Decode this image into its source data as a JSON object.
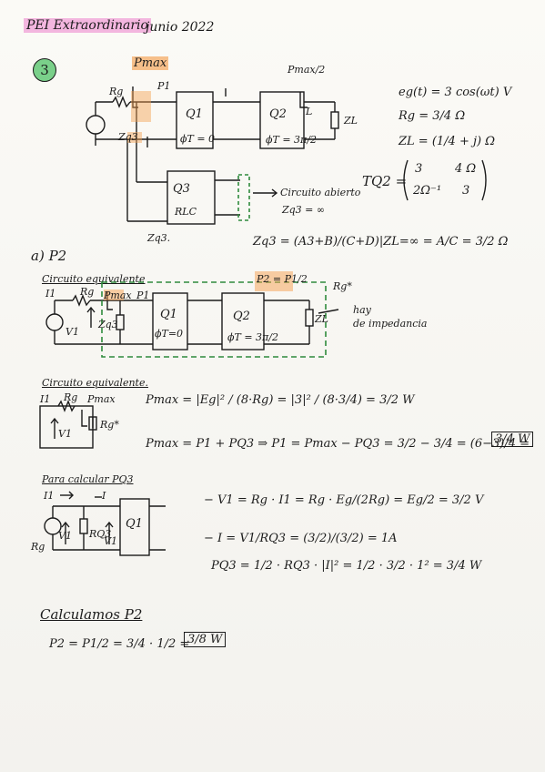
{
  "header": {
    "title": "PEI Extraordinario",
    "date": "junio 2022"
  },
  "problem": {
    "number": "3"
  },
  "fig1": {
    "Pmax": "Pmax",
    "P1": "P1",
    "Pmax2": "Pmax/2",
    "Rg": "Rg",
    "Zq3": "Zq3",
    "Q1": "Q1",
    "Q1sub": "ϕT = 0",
    "Q2": "Q2",
    "Q2sub": "ϕT = 3π/2",
    "L_q2": "L",
    "ZL": "ZL",
    "Q3": "Q3",
    "Q3sub": "RLC",
    "Zq3bottom": "Zq3.",
    "open_circuit": "Circuito abierto",
    "Zq3_inf": "Zq3 = ∞",
    "zq3_formula": "Zq3 = (A3+B)/(C+D)|ZL=∞ = A/C = 3/2 Ω"
  },
  "givens": {
    "eg": "eg(t) = 3 cos(ωt) V",
    "rg": "Rg = 3/4 Ω",
    "zl": "ZL = (1/4 + j) Ω",
    "tq2_label": "TQ2 =",
    "tq2_a": "3",
    "tq2_b": "4 Ω",
    "tq2_c": "2Ω⁻¹",
    "tq2_d": "3"
  },
  "partA": {
    "label": "a) P2"
  },
  "fig2": {
    "title": "Circuito equivalente",
    "I1": "I1",
    "Rg": "Rg",
    "Pmax": "Pmax",
    "P1": "P1",
    "P2": "P2 = P1/2",
    "Zq3": "Zq3",
    "V1": "V1",
    "Q1": "Q1",
    "Q1sub": "ϕT=0",
    "Q2": "Q2",
    "Q2sub": "ϕT = 3π/2",
    "ZL": "ZL",
    "Rgstar": "Rg*",
    "note1": "hay",
    "note2": "de impedancia"
  },
  "fig3": {
    "title": "Circuito equivalente.",
    "I1": "I1",
    "Rg": "Rg",
    "Pmax": "Pmax",
    "V1": "V1",
    "Rgstar": "Rg*",
    "pmax_eq": "Pmax = |Eg|² / (8·Rg) = |3|² / (8·3/4) = 3/2 W",
    "p1_eq": "Pmax = P1 + PQ3 ⇒ P1 = Pmax − PQ3 = 3/2 − 3/4 = (6−3)/4 =",
    "p1_ans": "3/4 W"
  },
  "fig4": {
    "title": "Para calcular PQ3",
    "I1": "I1",
    "I": "I",
    "Rg": "Rg",
    "V1": "V1",
    "Rq3": "RQ3",
    "V1b": "V1",
    "Q1": "Q1",
    "eq1": "− V1 = Rg · I1 = Rg · Eg/(2Rg) = Eg/2 = 3/2 V",
    "eq2": "− I = V1/RQ3 = (3/2)/(3/2) = 1A",
    "eq3": "PQ3 = 1/2 · RQ3 · |I|² = 1/2 · 3/2 · 1² = 3/4 W"
  },
  "final": {
    "heading": "Calculamos P2",
    "eq": "P2 = P1/2 = 3/4 · 1/2 =",
    "ans": "3/8 W"
  }
}
